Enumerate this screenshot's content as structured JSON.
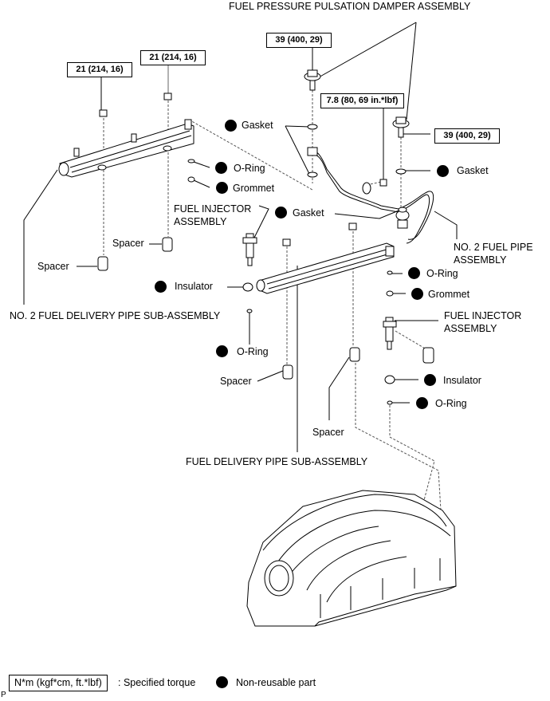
{
  "title_labels": {
    "damper_assembly": "FUEL PRESSURE PULSATION DAMPER ASSEMBLY",
    "no2_delivery_pipe": "NO. 2 FUEL DELIVERY PIPE SUB-ASSEMBLY",
    "delivery_pipe": "FUEL DELIVERY PIPE SUB-ASSEMBLY",
    "no2_fuel_pipe_line1": "NO. 2 FUEL PIPE",
    "no2_fuel_pipe_line2": "ASSEMBLY",
    "injector_left_line1": "FUEL INJECTOR",
    "injector_left_line2": "ASSEMBLY",
    "injector_right_line1": "FUEL INJECTOR",
    "injector_right_line2": "ASSEMBLY"
  },
  "torque_specs": {
    "nut_left": "21 (214, 16)",
    "nut_mid": "21 (214, 16)",
    "damper_top": "39 (400, 29)",
    "damper_right": "39 (400, 29)",
    "pipe_bolt": "7.8 (80, 69 in.*lbf)"
  },
  "parts": {
    "gasket_1": "Gasket",
    "gasket_2": "Gasket",
    "gasket_3": "Gasket",
    "oring_1": "O-Ring",
    "grommet_1": "Grommet",
    "spacer_1": "Spacer",
    "spacer_2": "Spacer",
    "insulator_1": "Insulator",
    "oring_2": "O-Ring",
    "spacer_3": "Spacer",
    "oring_3": "O-Ring",
    "grommet_2": "Grommet",
    "insulator_2": "Insulator",
    "oring_4": "O-Ring",
    "spacer_4": "Spacer"
  },
  "legend": {
    "torque_unit": "N*m (kgf*cm, ft.*lbf)",
    "torque_desc": ": Specified torque",
    "nonreusable_desc": "Non-reusable part"
  },
  "corner_mark": "P"
}
